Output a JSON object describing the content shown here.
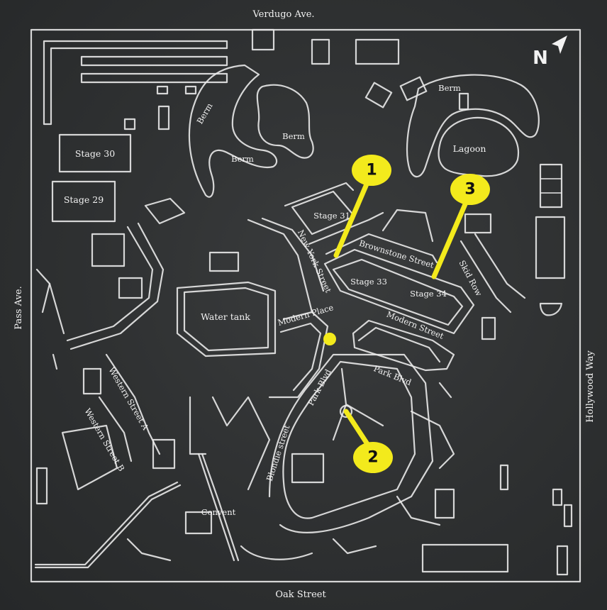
{
  "streets": {
    "top": "Verdugo Ave.",
    "bottom": "Oak Street",
    "left": "Pass Ave.",
    "right": "Hollywood Way"
  },
  "compass": {
    "letter": "N"
  },
  "labels": {
    "stage30": "Stage 30",
    "stage29": "Stage 29",
    "stage31": "Stage 31",
    "stage33": "Stage 33",
    "stage34": "Stage 34",
    "water_tank": "Water tank",
    "lagoon": "Lagoon",
    "berm1": "Berm",
    "berm2": "Berm",
    "berm3": "Berm",
    "berm4": "Berm",
    "new_york_street": "New York Street",
    "brownstone_street": "Brownstone Street",
    "skid_row": "Skid Row",
    "modern_place": "Modern Place",
    "modern_street": "Modern Street",
    "park_blvd_1": "Park Blvd",
    "park_blvd_2": "Park Blvd",
    "blondie_street": "Blondie street",
    "western_a": "Western Street A",
    "western_b": "Western Street B",
    "convent": "Convent"
  },
  "markers": [
    {
      "number": "1"
    },
    {
      "number": "2"
    },
    {
      "number": "3"
    }
  ],
  "colors": {
    "marker": "#f3ea1c",
    "background": "#2e3031",
    "lines": "#e9e9e9"
  }
}
